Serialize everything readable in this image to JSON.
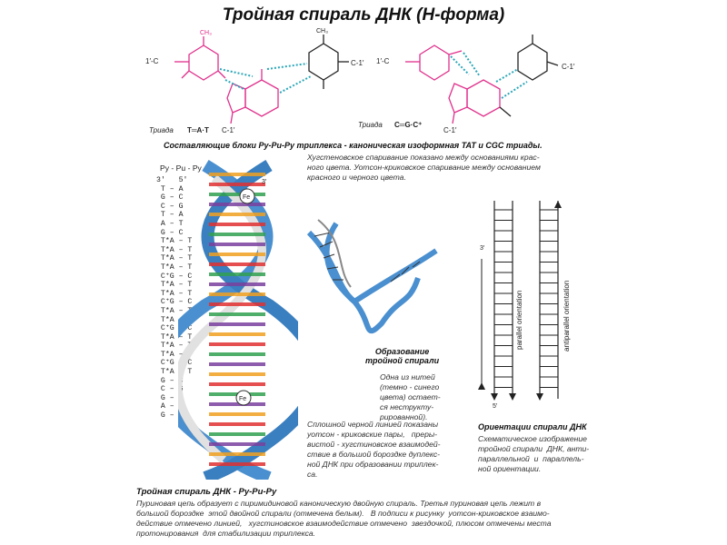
{
  "title": "Тройная спираль ДНК   (H-форма)",
  "triad_left": {
    "prefix": "Триада",
    "formula": "T═A·T",
    "label_c1_left": "1′-C",
    "label_c1_right": "C-1′",
    "label_c1_bottom": "C-1′",
    "ch3_a": "CH₃",
    "ch3_b": "CH₃"
  },
  "triad_right": {
    "prefix": "Триада",
    "formula": "C═G·C⁺",
    "label_c1_left": "1′-C",
    "label_c1_right": "C-1′",
    "label_c1_bottom": "C-1′"
  },
  "blocks_caption": "Составляющие блоки Py-Pu-Py  триплекса - каноническая изоформная TAT и CGC  триады.",
  "blocks_note": "Хугстеновское спаривание показано между основаниями крас-\nного цвета. Уотсон-криковское спаривание между основанием\nкрасного и черного цвета.",
  "pypupy_label": "Py - Pu - Py",
  "sequence": [
    "3′   5′",
    " T – A",
    " G – C",
    " C – G",
    " T – A",
    " A – T",
    " G – C",
    " T*A – T",
    " T*A – T",
    " T*A – T",
    " T*A – T",
    " C⁺G – C",
    " T*A – T",
    " T*A – T",
    " C⁺G – C",
    " T*A – T",
    " T*A – T",
    " C⁺G – C",
    " T*A – T",
    " T*A – T",
    " T*A – T",
    " C⁺G – C",
    " T*A – T",
    " G – C",
    " C – G",
    " G – C",
    " A – T",
    " G – C"
  ],
  "fe_label": "Fe",
  "prime3": "3′",
  "prime5": "5′",
  "formation": {
    "title": "Образование\nтройной спирали",
    "note": "Одна из нитей\n(темно - синего\nцвета) остает-\nся неструкту-\nрированной)."
  },
  "solid_line_note": "Сплошной черной линией показаны\nуотсон - криковские пары,   преры-\nвистой - хугстиновское взаимодей-\nствие в большой бороздке дуплекс-\nной ДНК при образовании триплек-\nса.",
  "orientation": {
    "parallel": "parallel orientation",
    "antiparallel": "antiparallel orientation",
    "title": "Ориентации спирали ДНК",
    "note": "Схематическое изображение\nтройной спирали  ДНК, анти-\nпараллельной  и  параллель-\nной ориентации."
  },
  "bottom": {
    "title": "Тройная спираль ДНК -  Py-Pu-Py",
    "text": "Пуриновая цепь образует с пиримидиновой каноническую двойную спираль. Третья пуриновая цепь лежит в\nбольшой бороздке  этой двойной спирали (отмечена белым).   В подписи к рисунку  уотсон-криковское взаимо-\nдействие отмечено линией,   хугстиновское взаимодействие отмечено  звездочкой, плюсом отмечены места\nпротонирования  для стабилизации триплекса."
  },
  "colors": {
    "pink": "#e0308c",
    "teal": "#2aa6b8",
    "blue": "#4a8fcf",
    "purple": "#7a3f9e"
  }
}
